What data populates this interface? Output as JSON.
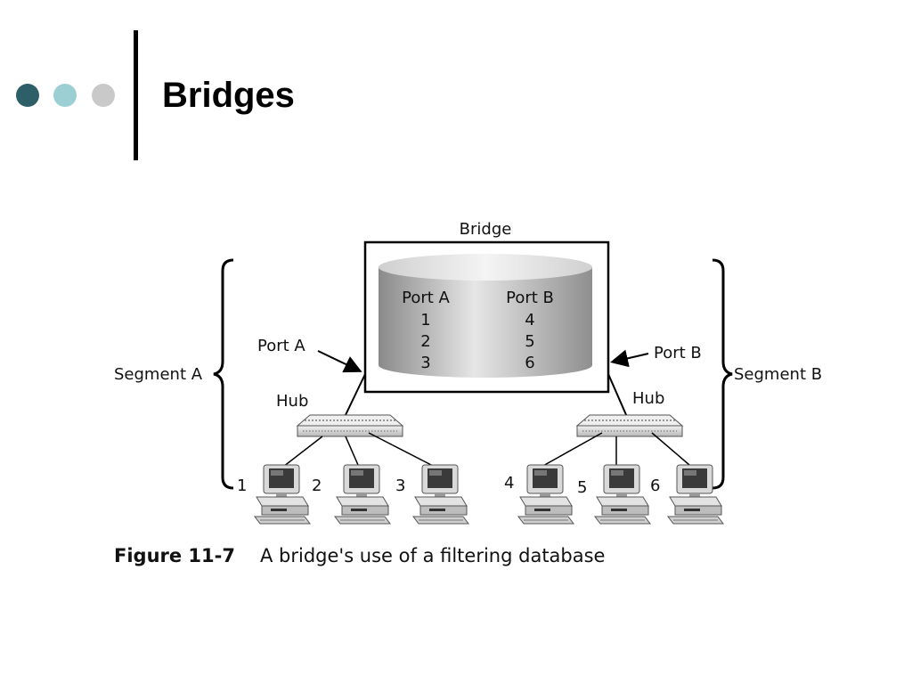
{
  "slide": {
    "title": "Bridges",
    "bullet_colors": [
      "#2e5f68",
      "#9ccfd3",
      "#c9c9c9"
    ]
  },
  "diagram": {
    "bridge_label": "Bridge",
    "filter_table": {
      "headers": [
        "Port A",
        "Port B"
      ],
      "rows": [
        [
          "1",
          "4"
        ],
        [
          "2",
          "5"
        ],
        [
          "3",
          "6"
        ]
      ]
    },
    "port_a_label": "Port A",
    "port_b_label": "Port B",
    "segment_a_label": "Segment A",
    "segment_b_label": "Segment B",
    "hub_left_label": "Hub",
    "hub_right_label": "Hub",
    "computers_left": [
      "1",
      "2",
      "3"
    ],
    "computers_right": [
      "4",
      "5",
      "6"
    ]
  },
  "caption": {
    "figure_number": "Figure 11-7",
    "text": "A bridge's use of a filtering database"
  }
}
